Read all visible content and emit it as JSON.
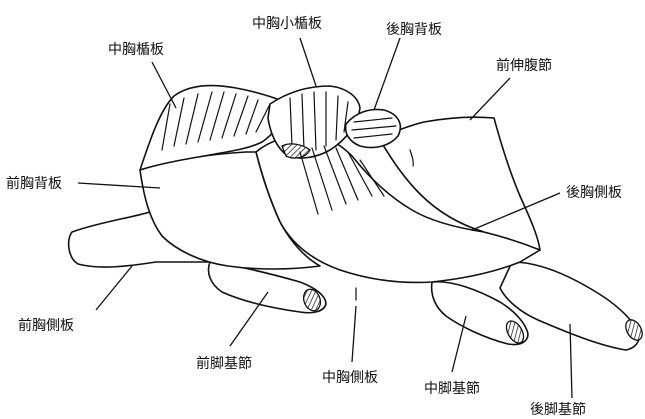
{
  "labels": {
    "mesoscutellum": "中胸小楯板",
    "metanotum": "後胸背板",
    "mesoscutum": "中胸楯板",
    "propodeum": "前伸腹節",
    "pronotum": "前胸背板",
    "metapleuron": "後胸側板",
    "propleuron": "前胸側板",
    "procoxa": "前脚基節",
    "mesopleuron": "中胸側板",
    "mesocoxa": "中脚基節",
    "metacoxa": "後脚基節"
  }
}
